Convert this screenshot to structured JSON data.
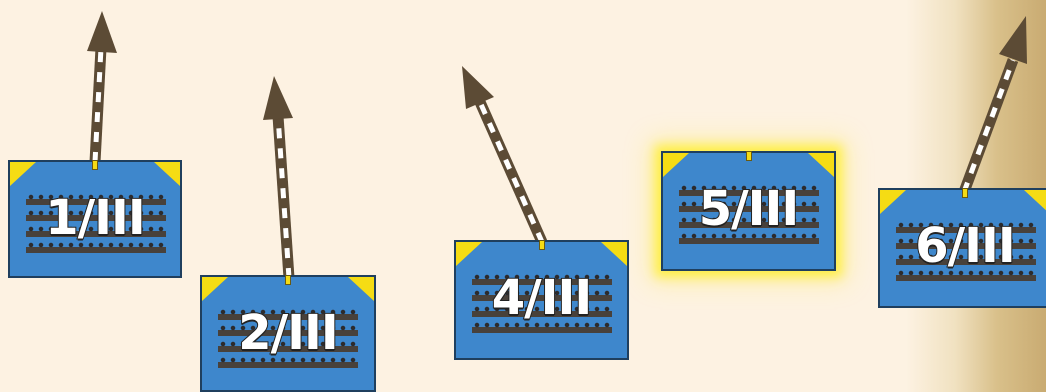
{
  "units": [
    {
      "label": "1/III",
      "selected": false,
      "heading": "north"
    },
    {
      "label": "2/III",
      "selected": false,
      "heading": "north"
    },
    {
      "label": "4/III",
      "selected": false,
      "heading": "north-west"
    },
    {
      "label": "5/III",
      "selected": true,
      "heading": null
    },
    {
      "label": "6/III",
      "selected": false,
      "heading": "north-east"
    }
  ],
  "colors": {
    "map_background": "#fdf2e2",
    "unit_fill": "#3e87cc",
    "unit_border": "#1f3f5e",
    "unit_corner": "#f5dc14",
    "selection_glow": "#ffee28",
    "move_arrow": "#5c4b35",
    "move_arrow_dash": "#ffffff"
  },
  "icons": {
    "move_arrow": "dashed-arrow-icon",
    "unit_symbol": "infantry-soldiers-icon"
  }
}
